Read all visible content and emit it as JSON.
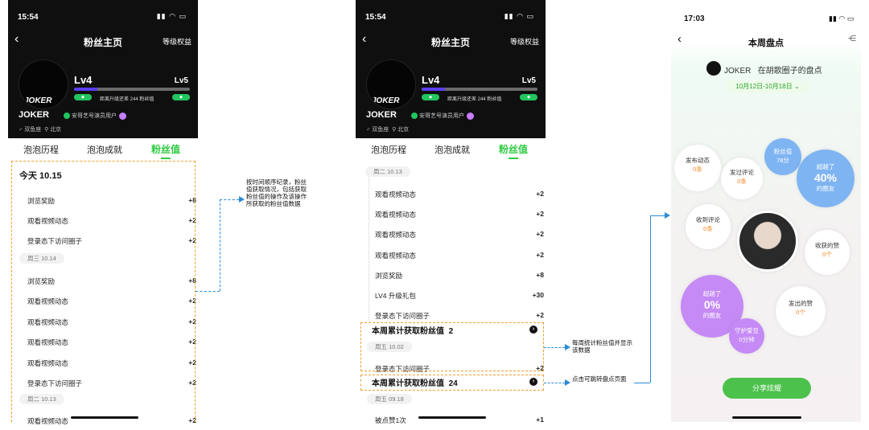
{
  "screen1": {
    "time": "15:54",
    "title": "粉丝主页",
    "right_link": "等级权益",
    "avatar_text": "JOKER",
    "level_current": "Lv4",
    "level_next": "Lv5",
    "progress_text": "距离升级还差 244 粉丝值",
    "username": "JOKER",
    "verified_text": "安哥艺号演员用户",
    "tag_constellation": "双鱼座",
    "tag_location": "北京",
    "tabs": [
      "泡泡历程",
      "泡泡成就",
      "粉丝值"
    ],
    "today_label": "今天 10.15",
    "rows_today": [
      {
        "label": "浏览奖励",
        "value": "+8"
      },
      {
        "label": "观看视频动态",
        "value": "+2"
      },
      {
        "label": "登录态下访问圈子",
        "value": "+2"
      }
    ],
    "day2": "周三 10.14",
    "rows_day2": [
      {
        "label": "浏览奖励",
        "value": "+8"
      },
      {
        "label": "观看视频动态",
        "value": "+2"
      },
      {
        "label": "观看视频动态",
        "value": "+2"
      },
      {
        "label": "观看视频动态",
        "value": "+2"
      },
      {
        "label": "观看视频动态",
        "value": "+2"
      },
      {
        "label": "登录态下访问圈子",
        "value": "+2"
      }
    ],
    "day3": "周二 10.13",
    "rows_day3": [
      {
        "label": "观看视频动态",
        "value": "+2"
      }
    ]
  },
  "note1": "按时间顺序纪录，粉丝值获取情况，包括获取粉丝值的操作及该操作所获取的粉丝值数据",
  "screen2": {
    "time": "15:54",
    "title": "粉丝主页",
    "right_link": "等级权益",
    "avatar_text": "JOKER",
    "level_current": "Lv4",
    "level_next": "Lv5",
    "progress_text": "距离升级还差 244 粉丝值",
    "username": "JOKER",
    "verified_text": "安哥艺号演员用户",
    "tag_constellation": "双鱼座",
    "tag_location": "北京",
    "tabs": [
      "泡泡历程",
      "泡泡成就",
      "粉丝值"
    ],
    "day1": "周二 10.13",
    "rows_day1": [
      {
        "label": "观看视频动态",
        "value": "+2"
      },
      {
        "label": "观看视频动态",
        "value": "+2"
      },
      {
        "label": "观看视频动态",
        "value": "+2"
      },
      {
        "label": "观看视频动态",
        "value": "+2"
      },
      {
        "label": "浏览奖励",
        "value": "+8"
      },
      {
        "label": "LV4 升级礼包",
        "value": "+30"
      },
      {
        "label": "登录态下访问圈子",
        "value": "+2"
      }
    ],
    "week_sum_1_label": "本周累计获取粉丝值",
    "week_sum_1_value": "2",
    "day2": "周五 10.02",
    "rows_day2": [
      {
        "label": "登录态下访问圈子",
        "value": "+2"
      }
    ],
    "week_sum_2_label": "本周累计获取粉丝值",
    "week_sum_2_value": "24",
    "day3": "周五 09.18",
    "rows_day3": [
      {
        "label": "被点赞1次",
        "value": "+1"
      }
    ]
  },
  "note2": "每周统计粉丝值并显示该数据",
  "note3": "点击可跳转盘点页面",
  "screen3": {
    "time": "17:03",
    "title": "本周盘点",
    "user_line_name": "JOKER",
    "user_line_suffix": "在胡歌圈子的盘点",
    "date_range": "10月12日-10月18日",
    "bubbles": {
      "post": {
        "label": "发布动态",
        "value": "0条"
      },
      "comment_sent": {
        "label": "发过评论",
        "value": "0条"
      },
      "fan_value": {
        "label": "粉丝值",
        "value": "78分"
      },
      "beat_top": {
        "label": "超越了",
        "value": "40%",
        "suffix": "的圈友"
      },
      "comment_recv": {
        "label": "收到评论",
        "value": "0条"
      },
      "likes_recv": {
        "label": "收获的赞",
        "value": "0个"
      },
      "beat_bottom": {
        "label": "超越了",
        "value": "0%",
        "suffix": "的圈友"
      },
      "guard": {
        "label": "守护爱豆",
        "value": "0分钟"
      },
      "likes_sent": {
        "label": "发出的赞",
        "value": "0个"
      }
    },
    "share_label": "分享炫耀"
  },
  "colors": {
    "green": "#2ecc40",
    "orange_box": "#f0a030",
    "blue_line": "#2a8bd6",
    "purple": "#5b3df6"
  },
  "progress_fraction": 0.2
}
